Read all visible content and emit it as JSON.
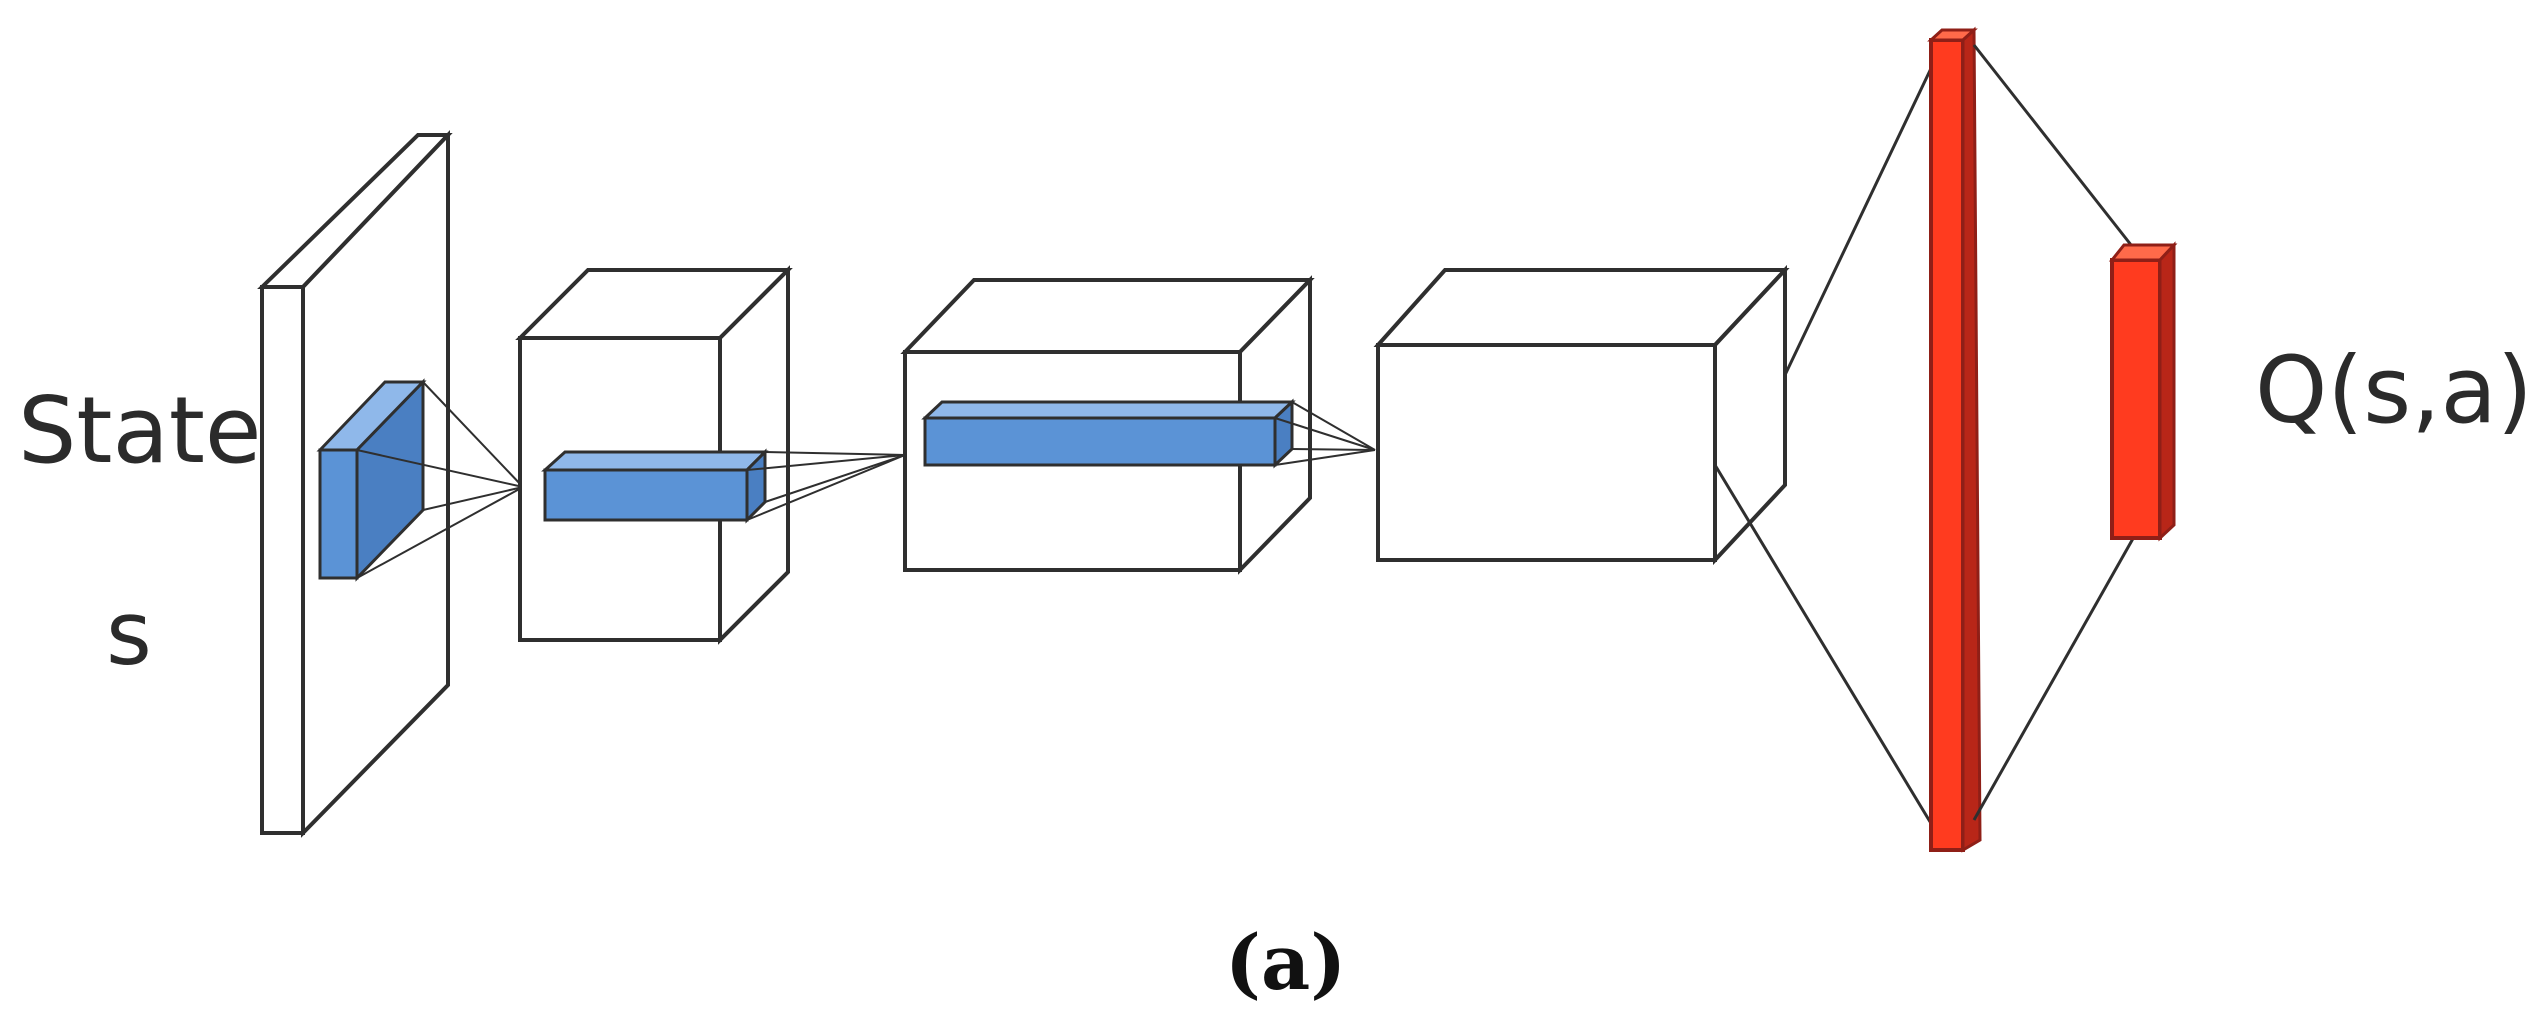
{
  "labels": {
    "state": "State",
    "s": "s",
    "q": "Q(s,a)",
    "caption": "(a)"
  },
  "colors": {
    "stroke": "#2f2f2f",
    "box_fill": "#ffffff",
    "blue_fill": "#5b93d6",
    "blue_side": "#4a7fc2",
    "blue_top": "#8fb8ea",
    "red_fill": "#ff3b1f",
    "red_dark": "#8f1f17"
  }
}
